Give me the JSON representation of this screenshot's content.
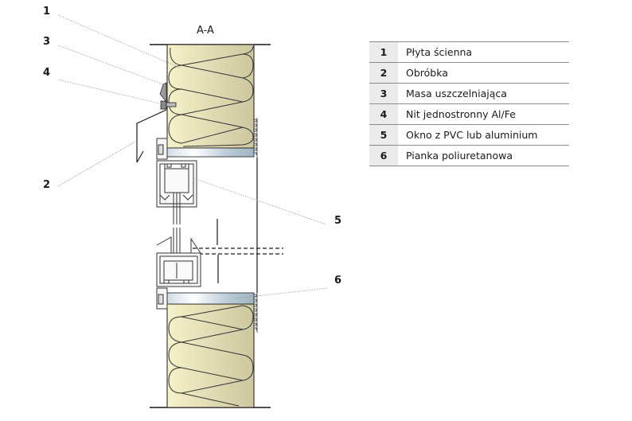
{
  "diagram": {
    "section_title": "A-A",
    "callouts": [
      {
        "number": "1",
        "target": "wall-panel"
      },
      {
        "number": "3",
        "target": "sealant"
      },
      {
        "number": "4",
        "target": "blind-rivet"
      },
      {
        "number": "2",
        "target": "flashing"
      },
      {
        "number": "5",
        "target": "window-frame"
      },
      {
        "number": "6",
        "target": "pu-foam"
      }
    ],
    "colors": {
      "insulation_light": "#f3efc6",
      "insulation_dark": "#cfc9a0",
      "foam_light": "#eef4f8",
      "foam_dark": "#a9bfcc",
      "line": "#1a1a1a",
      "leader": "#999999"
    }
  },
  "legend": {
    "items": [
      {
        "number": "1",
        "label": "Płyta ścienna"
      },
      {
        "number": "2",
        "label": "Obróbka"
      },
      {
        "number": "3",
        "label": "Masa uszczelniająca"
      },
      {
        "number": "4",
        "label": "Nit jednostronny Al/Fe"
      },
      {
        "number": "5",
        "label": "Okno z PVC lub aluminium"
      },
      {
        "number": "6",
        "label": "Pianka poliuretanowa"
      }
    ]
  }
}
